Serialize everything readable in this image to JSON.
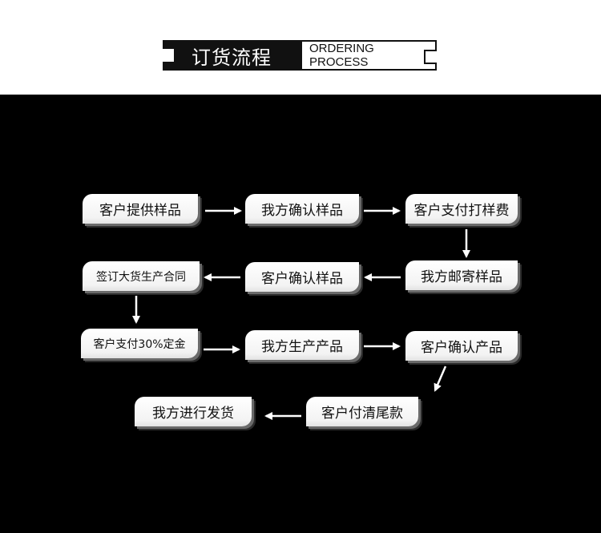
{
  "header": {
    "title_cn": "订货流程",
    "title_en": "ORDERING PROCESS"
  },
  "steps": [
    "客户提供样品",
    "我方确认样品",
    "客户支付打样费",
    "我方邮寄样品",
    "客户确认样品",
    "签订大货生产合同",
    "客户支付30%定金",
    "我方生产产品",
    "客户确认产品",
    "客户付清尾款",
    "我方进行发货"
  ],
  "colors": {
    "background": "#000000",
    "header_bg": "#ffffff",
    "box_fill": "#ffffff",
    "arrow": "#ffffff"
  }
}
